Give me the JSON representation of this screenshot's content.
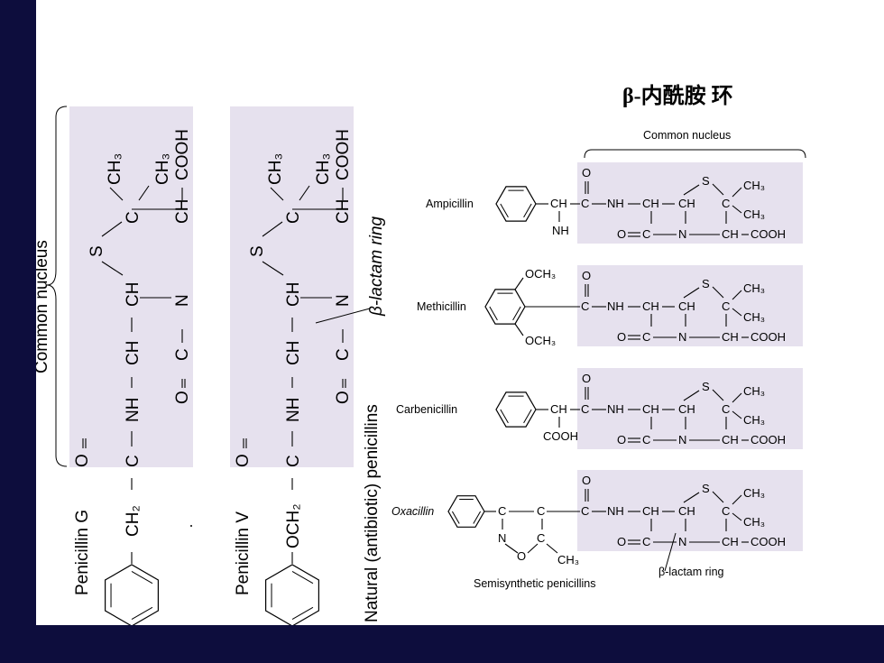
{
  "slide": {
    "title": "β-内酰胺 环"
  },
  "colors": {
    "background": "#0d0d3d",
    "slide": "#ffffff",
    "nucleus_fill": "#e6e1ee",
    "ink": "#000000"
  },
  "left_panel": {
    "bracket_label": "Common nucleus",
    "penicillin_g": {
      "name": "Penicillin G",
      "side_chain": "CH₂",
      "atoms": {
        "o": "O",
        "c": "C",
        "nh": "NH",
        "ch1": "CH",
        "ch2": "CH",
        "s": "S",
        "cq": "C",
        "ch3a": "CH₃",
        "ch3b": "CH₃",
        "ch_acid": "CH",
        "cooh": "COOH",
        "n": "N",
        "oc": "O",
        "cc": "C"
      }
    },
    "penicillin_v": {
      "name": "Penicillin V",
      "side_chain": "OCH₂",
      "ring_label": "β-lactam ring",
      "atoms": {
        "o": "O",
        "c": "C",
        "nh": "NH",
        "ch1": "CH",
        "ch2": "CH",
        "s": "S",
        "cq": "C",
        "ch3a": "CH₃",
        "ch3b": "CH₃",
        "ch_acid": "CH",
        "cooh": "COOH",
        "n": "N",
        "oc": "O",
        "cc": "C"
      }
    },
    "group_label": "Natural (antibiotic) penicillins"
  },
  "right_panel": {
    "common_label": "Common nucleus",
    "nucleus": {
      "o_top": "O",
      "c": "C",
      "nh": "NH",
      "ch1": "CH",
      "ch2": "CH",
      "s": "S",
      "cq": "C",
      "ch3a": "CH₃",
      "ch3b": "CH₃",
      "o": "O",
      "c2": "C",
      "n": "N",
      "ch3": "CH",
      "cooh": "COOH"
    },
    "drugs": [
      {
        "name": "Ampicillin",
        "ch": "CH",
        "sub": "NH"
      },
      {
        "name": "Methicillin",
        "och3_top": "OCH₃",
        "och3_bottom": "OCH₃"
      },
      {
        "name": "Carbenicillin",
        "ch": "CH",
        "sub": "COOH"
      },
      {
        "name": "Oxacillin",
        "c1": "C",
        "c2": "C",
        "n": "N",
        "o": "O",
        "c3": "C",
        "ch3": "CH₃"
      }
    ],
    "ring_label": "β-lactam ring",
    "group_label": "Semisynthetic penicillins"
  }
}
